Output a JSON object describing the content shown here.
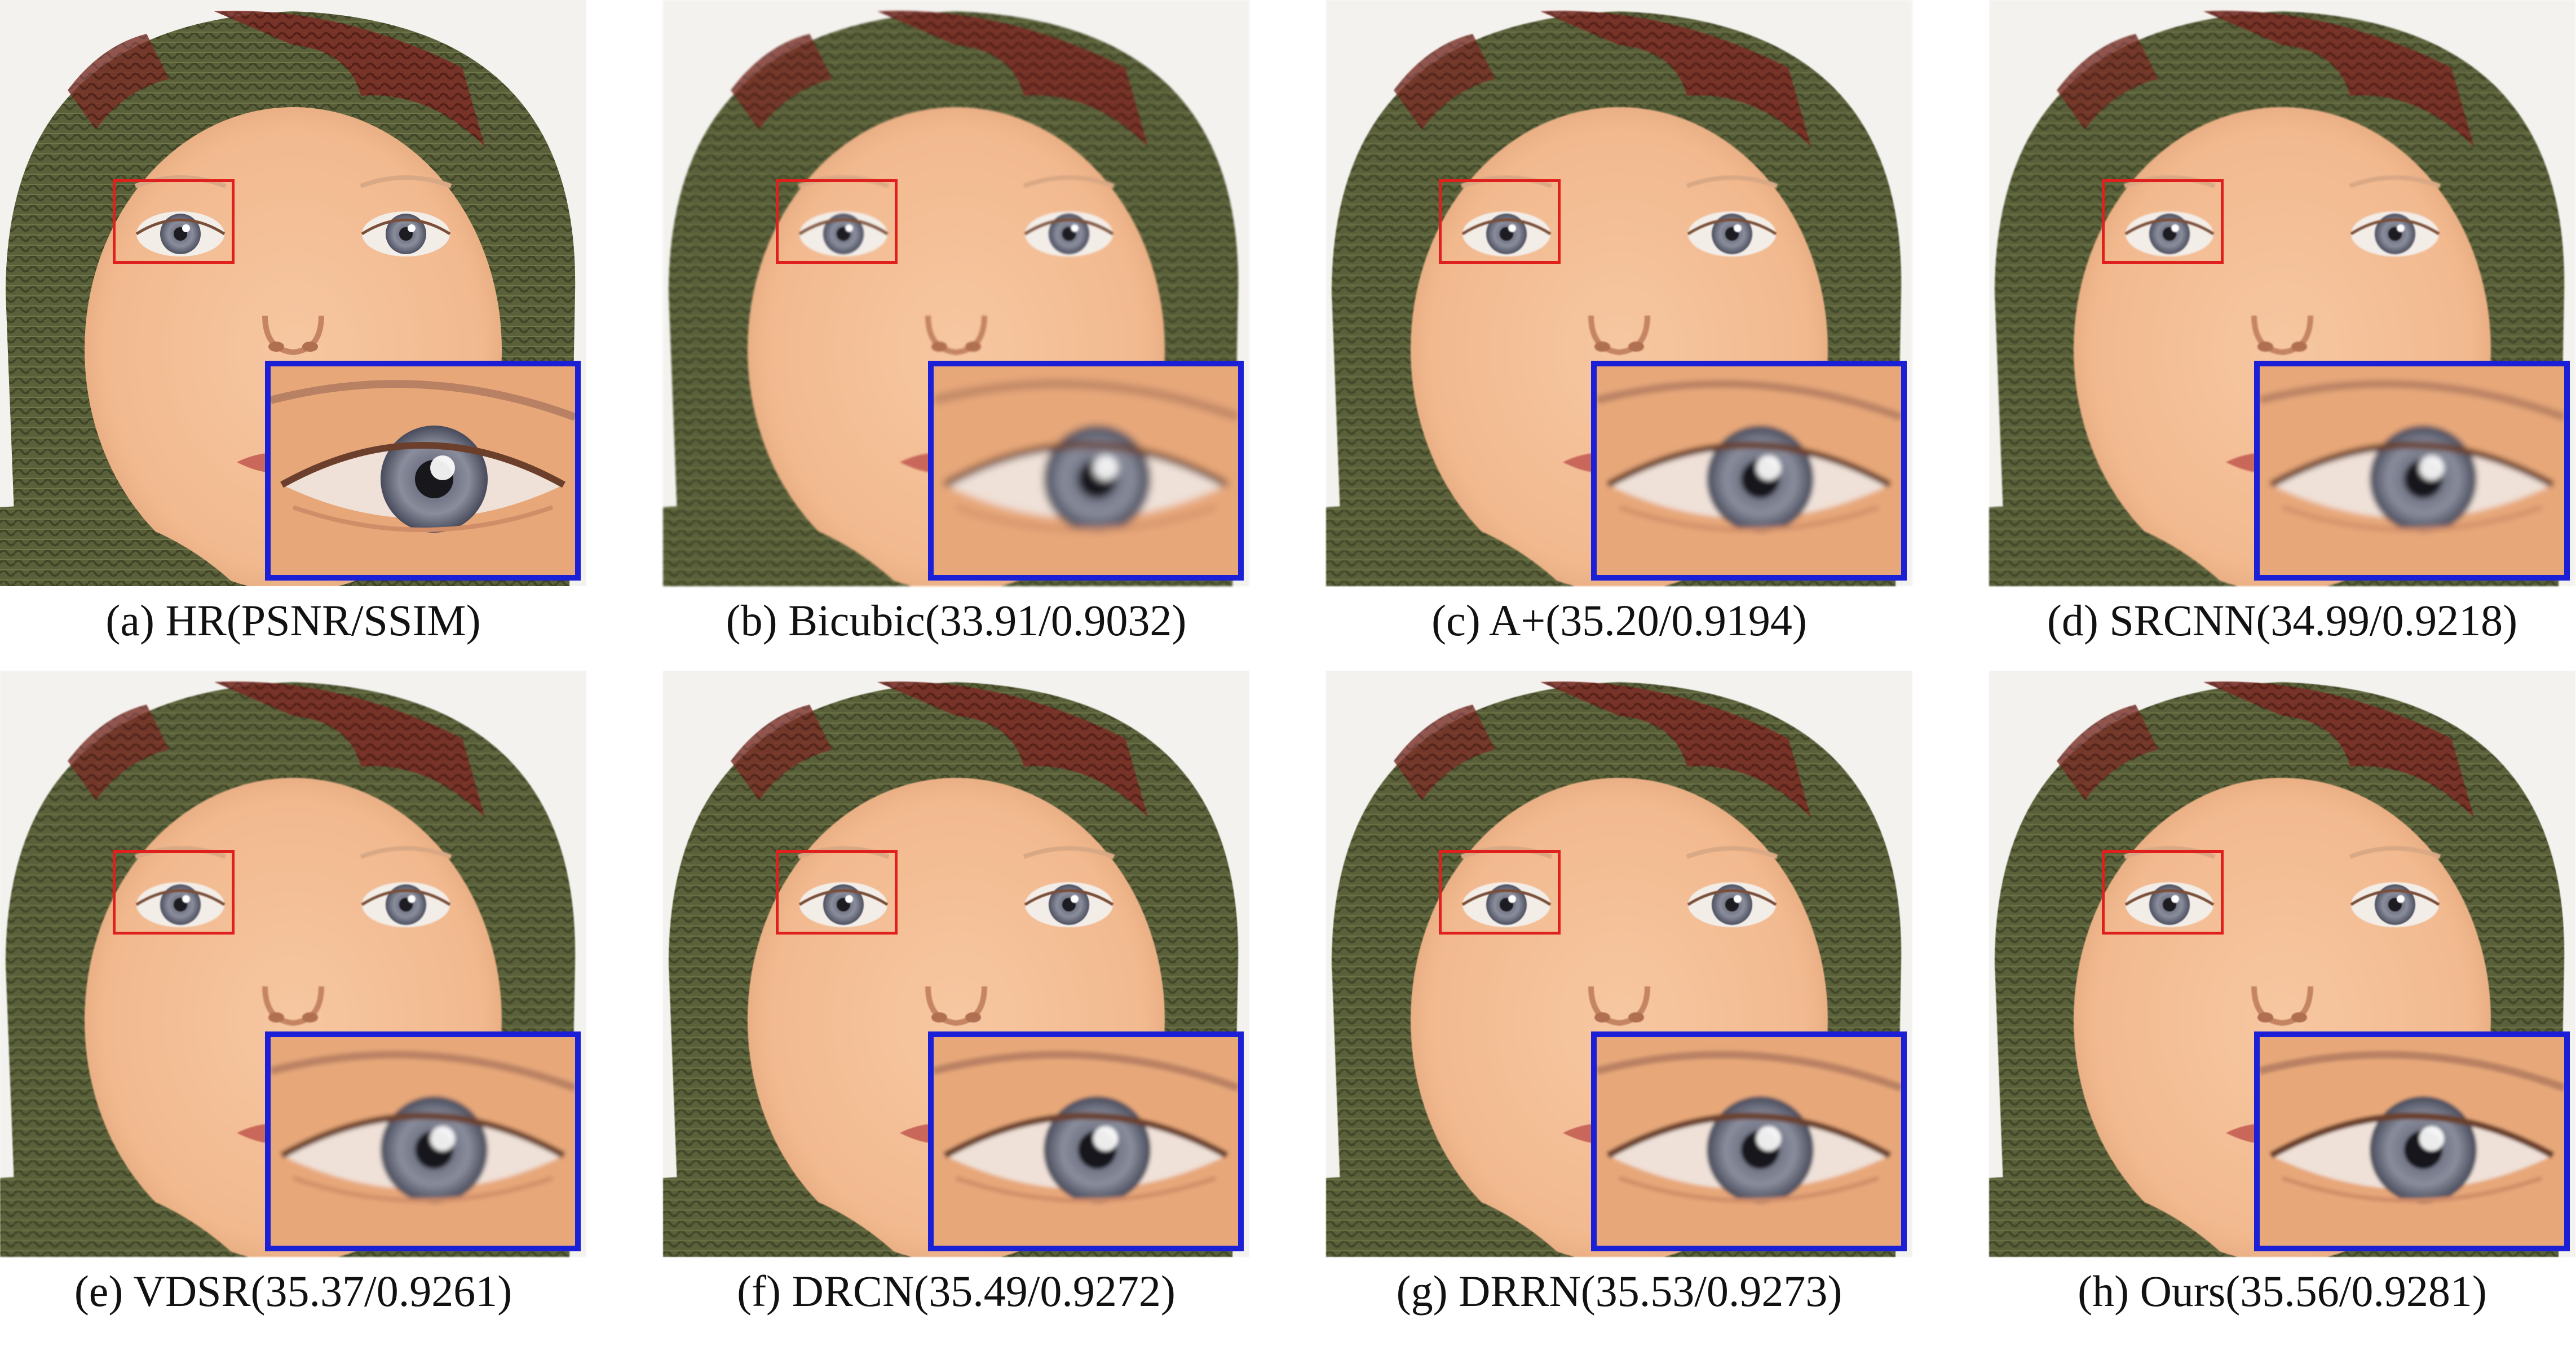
{
  "figure": {
    "panels": [
      {
        "id": "a",
        "caption": "(a) HR(PSNR/SSIM)",
        "method": "HR",
        "blur": 0
      },
      {
        "id": "b",
        "caption": "(b) Bicubic(33.91/0.9032)",
        "method": "Bicubic",
        "psnr": 33.91,
        "ssim": 0.9032,
        "blur": 7
      },
      {
        "id": "c",
        "caption": "(c) A+(35.20/0.9194)",
        "method": "A+",
        "psnr": 35.2,
        "ssim": 0.9194,
        "blur": 4.5
      },
      {
        "id": "d",
        "caption": "(d) SRCNN(34.99/0.9218)",
        "method": "SRCNN",
        "psnr": 34.99,
        "ssim": 0.9218,
        "blur": 4.8
      },
      {
        "id": "e",
        "caption": "(e) VDSR(35.37/0.9261)",
        "method": "VDSR",
        "psnr": 35.37,
        "ssim": 0.9261,
        "blur": 3.8
      },
      {
        "id": "f",
        "caption": "(f) DRCN(35.49/0.9272)",
        "method": "DRCN",
        "psnr": 35.49,
        "ssim": 0.9272,
        "blur": 3.4
      },
      {
        "id": "g",
        "caption": "(g) DRRN(35.53/0.9273)",
        "method": "DRRN",
        "psnr": 35.53,
        "ssim": 0.9273,
        "blur": 3.2
      },
      {
        "id": "h",
        "caption": "(h) Ours(35.56/0.9281)",
        "method": "Ours",
        "psnr": 35.56,
        "ssim": 0.9281,
        "blur": 2.8
      }
    ],
    "colors": {
      "roi_box": "#e0201c",
      "zoom_box": "#1b1fd6",
      "skin": "#f2b98f",
      "hat_green": "#59603a",
      "hat_red": "#7a2e25",
      "iris": "#8a8d9c",
      "background": "#ffffff"
    }
  }
}
